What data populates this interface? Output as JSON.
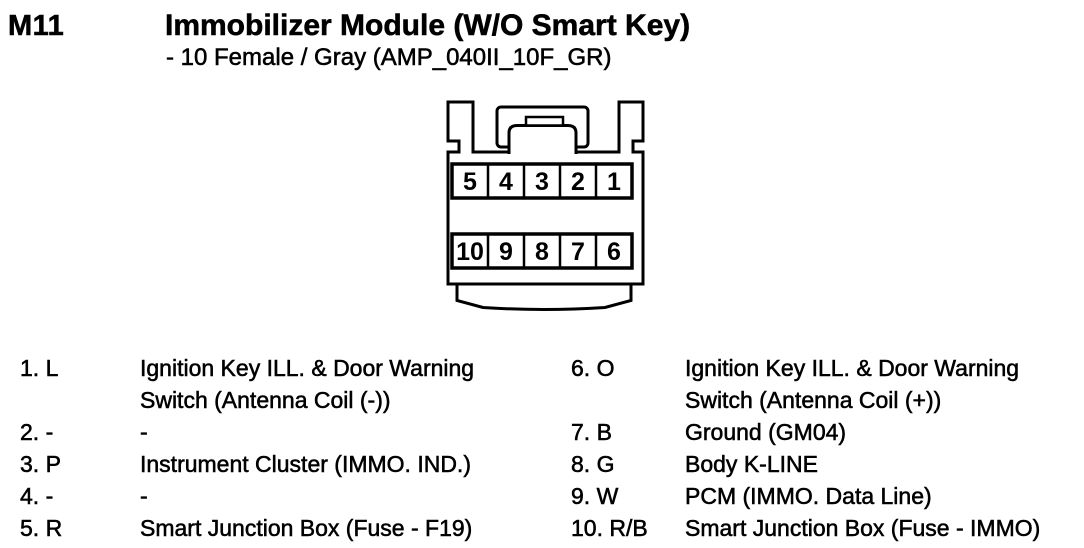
{
  "header": {
    "code": "M11",
    "title": "Immobilizer Module (W/O Smart Key)",
    "subtitle": "- 10 Female / Gray (AMP_040II_10F_GR)"
  },
  "connector": {
    "description": "10-pin female connector, front view, two rows",
    "top_row": [
      "5",
      "4",
      "3",
      "2",
      "1"
    ],
    "bottom_row": [
      "10",
      "9",
      "8",
      "7",
      "6"
    ]
  },
  "pins": {
    "left": [
      {
        "label": "1. L",
        "desc": "Ignition Key ILL. & Door Warning Switch (Antenna Coil (-))"
      },
      {
        "label": "2. -",
        "desc": "-"
      },
      {
        "label": "3. P",
        "desc": "Instrument Cluster (IMMO. IND.)"
      },
      {
        "label": "4. -",
        "desc": "-"
      },
      {
        "label": "5. R",
        "desc": "Smart Junction Box (Fuse - F19)"
      }
    ],
    "right": [
      {
        "label": "6. O",
        "desc": "Ignition Key ILL. & Door Warning Switch (Antenna Coil (+))"
      },
      {
        "label": "7. B",
        "desc": "Ground (GM04)"
      },
      {
        "label": "8. G",
        "desc": "Body K-LINE"
      },
      {
        "label": "9. W",
        "desc": "PCM (IMMO. Data Line)"
      },
      {
        "label": "10. R/B",
        "desc": "Smart Junction Box (Fuse - IMMO)"
      }
    ]
  },
  "colors": {
    "ink": "#000000",
    "background": "#ffffff"
  }
}
